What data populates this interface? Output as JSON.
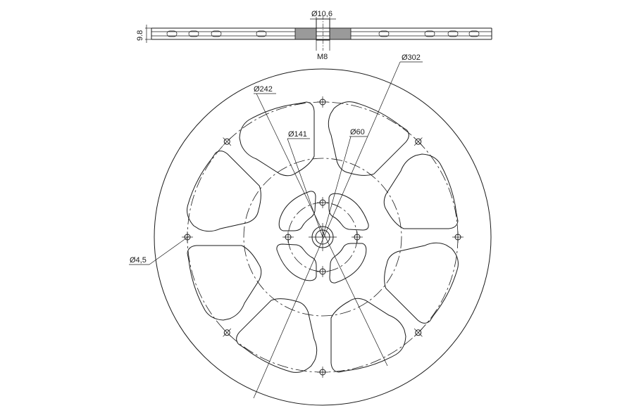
{
  "labels": {
    "bore_diameter": "Ø10,6",
    "thickness": "9.8",
    "thread": "M8",
    "outer_diameter": "Ø302",
    "window_outer_diameter": "Ø242",
    "hole_circle_diameter": "Ø141",
    "inner_diameter": "Ø60",
    "hole_diameter": "Ø4,5"
  },
  "colors": {
    "line": "#1a1a1a",
    "background": "#ffffff"
  }
}
